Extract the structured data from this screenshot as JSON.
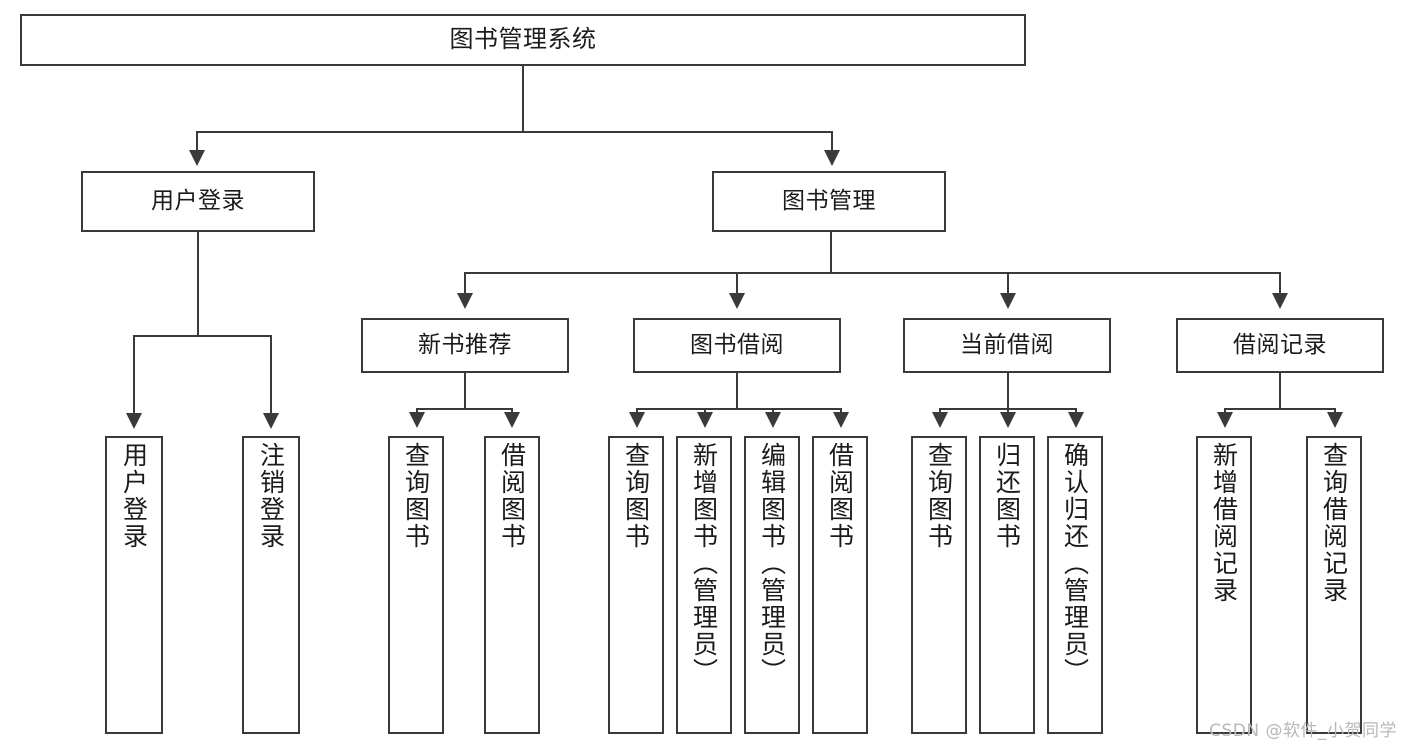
{
  "diagram": {
    "title": "图书管理系统",
    "type": "tree-hierarchy-diagram",
    "root": {
      "label": "图书管理系统"
    },
    "level1": [
      {
        "label": "用户登录"
      },
      {
        "label": "图书管理"
      }
    ],
    "level2": [
      {
        "label": "新书推荐"
      },
      {
        "label": "图书借阅"
      },
      {
        "label": "当前借阅"
      },
      {
        "label": "借阅记录"
      }
    ],
    "leaves": {
      "user_login": [
        {
          "label": "用户登录"
        },
        {
          "label": "注销登录"
        }
      ],
      "new_book_recommend": [
        {
          "label": "查询图书"
        },
        {
          "label": "借阅图书"
        }
      ],
      "book_borrow": [
        {
          "label": "查询图书"
        },
        {
          "label": "新增图书（管理员）"
        },
        {
          "label": "编辑图书（管理员）"
        },
        {
          "label": "借阅图书"
        }
      ],
      "current_borrow": [
        {
          "label": "查询图书"
        },
        {
          "label": "归还图书"
        },
        {
          "label": "确认归还（管理员）"
        }
      ],
      "borrow_record": [
        {
          "label": "新增借阅记录"
        },
        {
          "label": "查询借阅记录"
        }
      ]
    }
  },
  "watermark": {
    "text": "CSDN @软件_小贺同学"
  },
  "colors": {
    "stroke": "#3a3a3a",
    "text": "#1b1b1b",
    "background": "#ffffff",
    "watermark": "#b8b8b8"
  }
}
